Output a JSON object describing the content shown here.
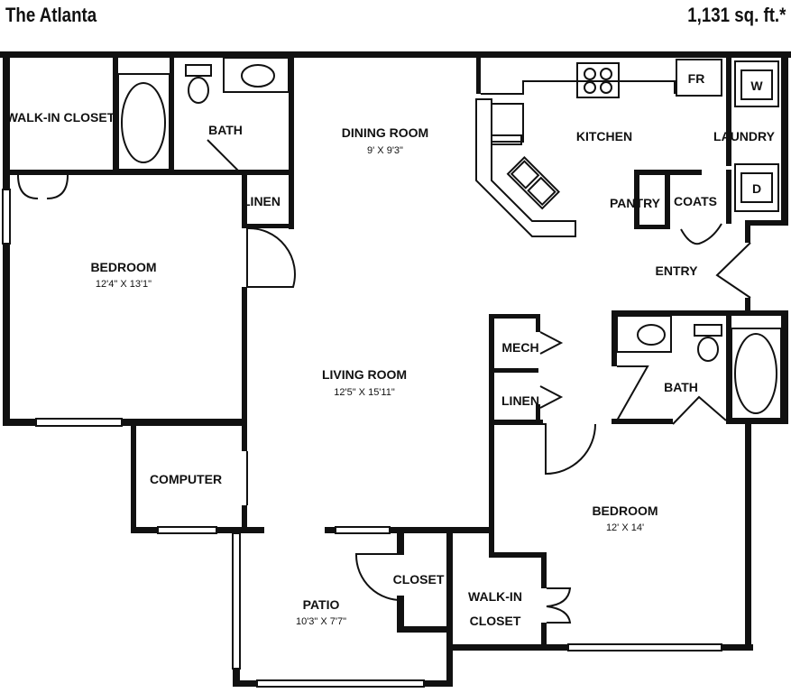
{
  "header": {
    "title": "The Atlanta",
    "area": "1,131 sq. ft.*"
  },
  "rooms": {
    "walkin_closet_1": "WALK-IN CLOSET",
    "bath_1": "BATH",
    "linen_1": "LINEN",
    "dining": {
      "name": "DINING ROOM",
      "dims": "9' X 9'3\""
    },
    "kitchen": "KITCHEN",
    "laundry": "LAUNDRY",
    "pantry": "PANTRY",
    "coats": "COATS",
    "entry": "ENTRY",
    "bedroom_1": {
      "name": "BEDROOM",
      "dims": "12'4\" X 13'1\""
    },
    "living": {
      "name": "LIVING ROOM",
      "dims": "12'5\" X 15'11\""
    },
    "mech": "MECH",
    "linen_2": "LINEN",
    "bath_2": "BATH",
    "computer": "COMPUTER",
    "bedroom_2": {
      "name": "BEDROOM",
      "dims": "12' X 14'"
    },
    "patio": {
      "name": "PATIO",
      "dims": "10'3\" X 7'7\""
    },
    "closet": "CLOSET",
    "walkin_closet_2": {
      "line1": "WALK-IN",
      "line2": "CLOSET"
    }
  },
  "appliances": {
    "fridge": "FR",
    "washer": "W",
    "dryer": "D"
  }
}
